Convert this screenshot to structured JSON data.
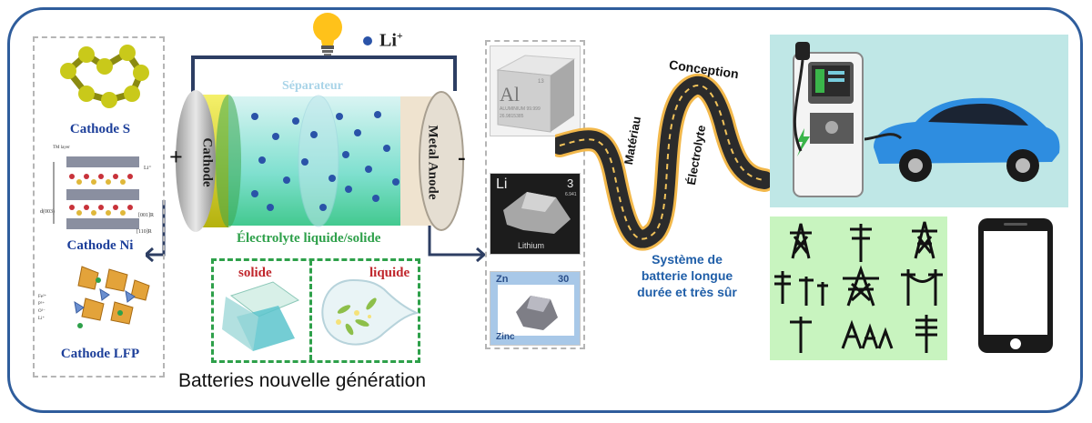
{
  "ion_label": "Li",
  "ion_charge": "+",
  "battery": {
    "plus_sign": "+",
    "minus_sign": "-",
    "cathode_label": "Cathode",
    "separator_label": "Séparateur",
    "anode_label": "Metal Anode",
    "electrolyte_label": "Électrolyte liquide/solide"
  },
  "cathodes": {
    "s_label": "Cathode S",
    "ni_label": "Cathode Ni",
    "lfp_label": "Cathode LFP",
    "ni_annotations": {
      "tm_layer": "TM layer",
      "li": "Li⁺",
      "d003": "d(003)",
      "dir_001": "[001]R",
      "dir_110": "[110]R"
    },
    "lfp_legend": [
      "Fe²⁺",
      "P⁵⁺",
      "O²⁻",
      "Li⁺"
    ]
  },
  "electrolytes": {
    "solid_label": "solide",
    "liquid_label": "liquide"
  },
  "metals": {
    "al": {
      "symbol": "Al",
      "number": "13",
      "name": "ALUMINIUM 99.999",
      "mass": "26.9815385"
    },
    "li": {
      "symbol": "Li",
      "number": "3",
      "name": "Lithium",
      "mass": "6.941"
    },
    "zn": {
      "symbol": "Zn",
      "number": "30",
      "name": "Zinc"
    }
  },
  "road": {
    "materiau": "Matériau",
    "electrolyte": "Électrolyte",
    "conception": "Conception"
  },
  "system_text": [
    "Système de",
    "batterie longue",
    "durée et très sûr"
  ],
  "bottom_title": "Batteries nouvelle génération",
  "colors": {
    "frame": "#2f5d9c",
    "cathode_text": "#1d3f9a",
    "electrolyte_text": "#2ea04a",
    "separator_text": "#a9d4e8",
    "solid_text": "#c0262c",
    "liquid_text": "#c0262c",
    "system_text": "#1f5ea8",
    "ev_panel": "#bfe7e6",
    "grid_panel": "#c8f4bf"
  },
  "icons": [
    "light-bulb-icon",
    "electric-car-icon",
    "charging-station-icon",
    "power-tower-icon",
    "smartphone-icon"
  ]
}
